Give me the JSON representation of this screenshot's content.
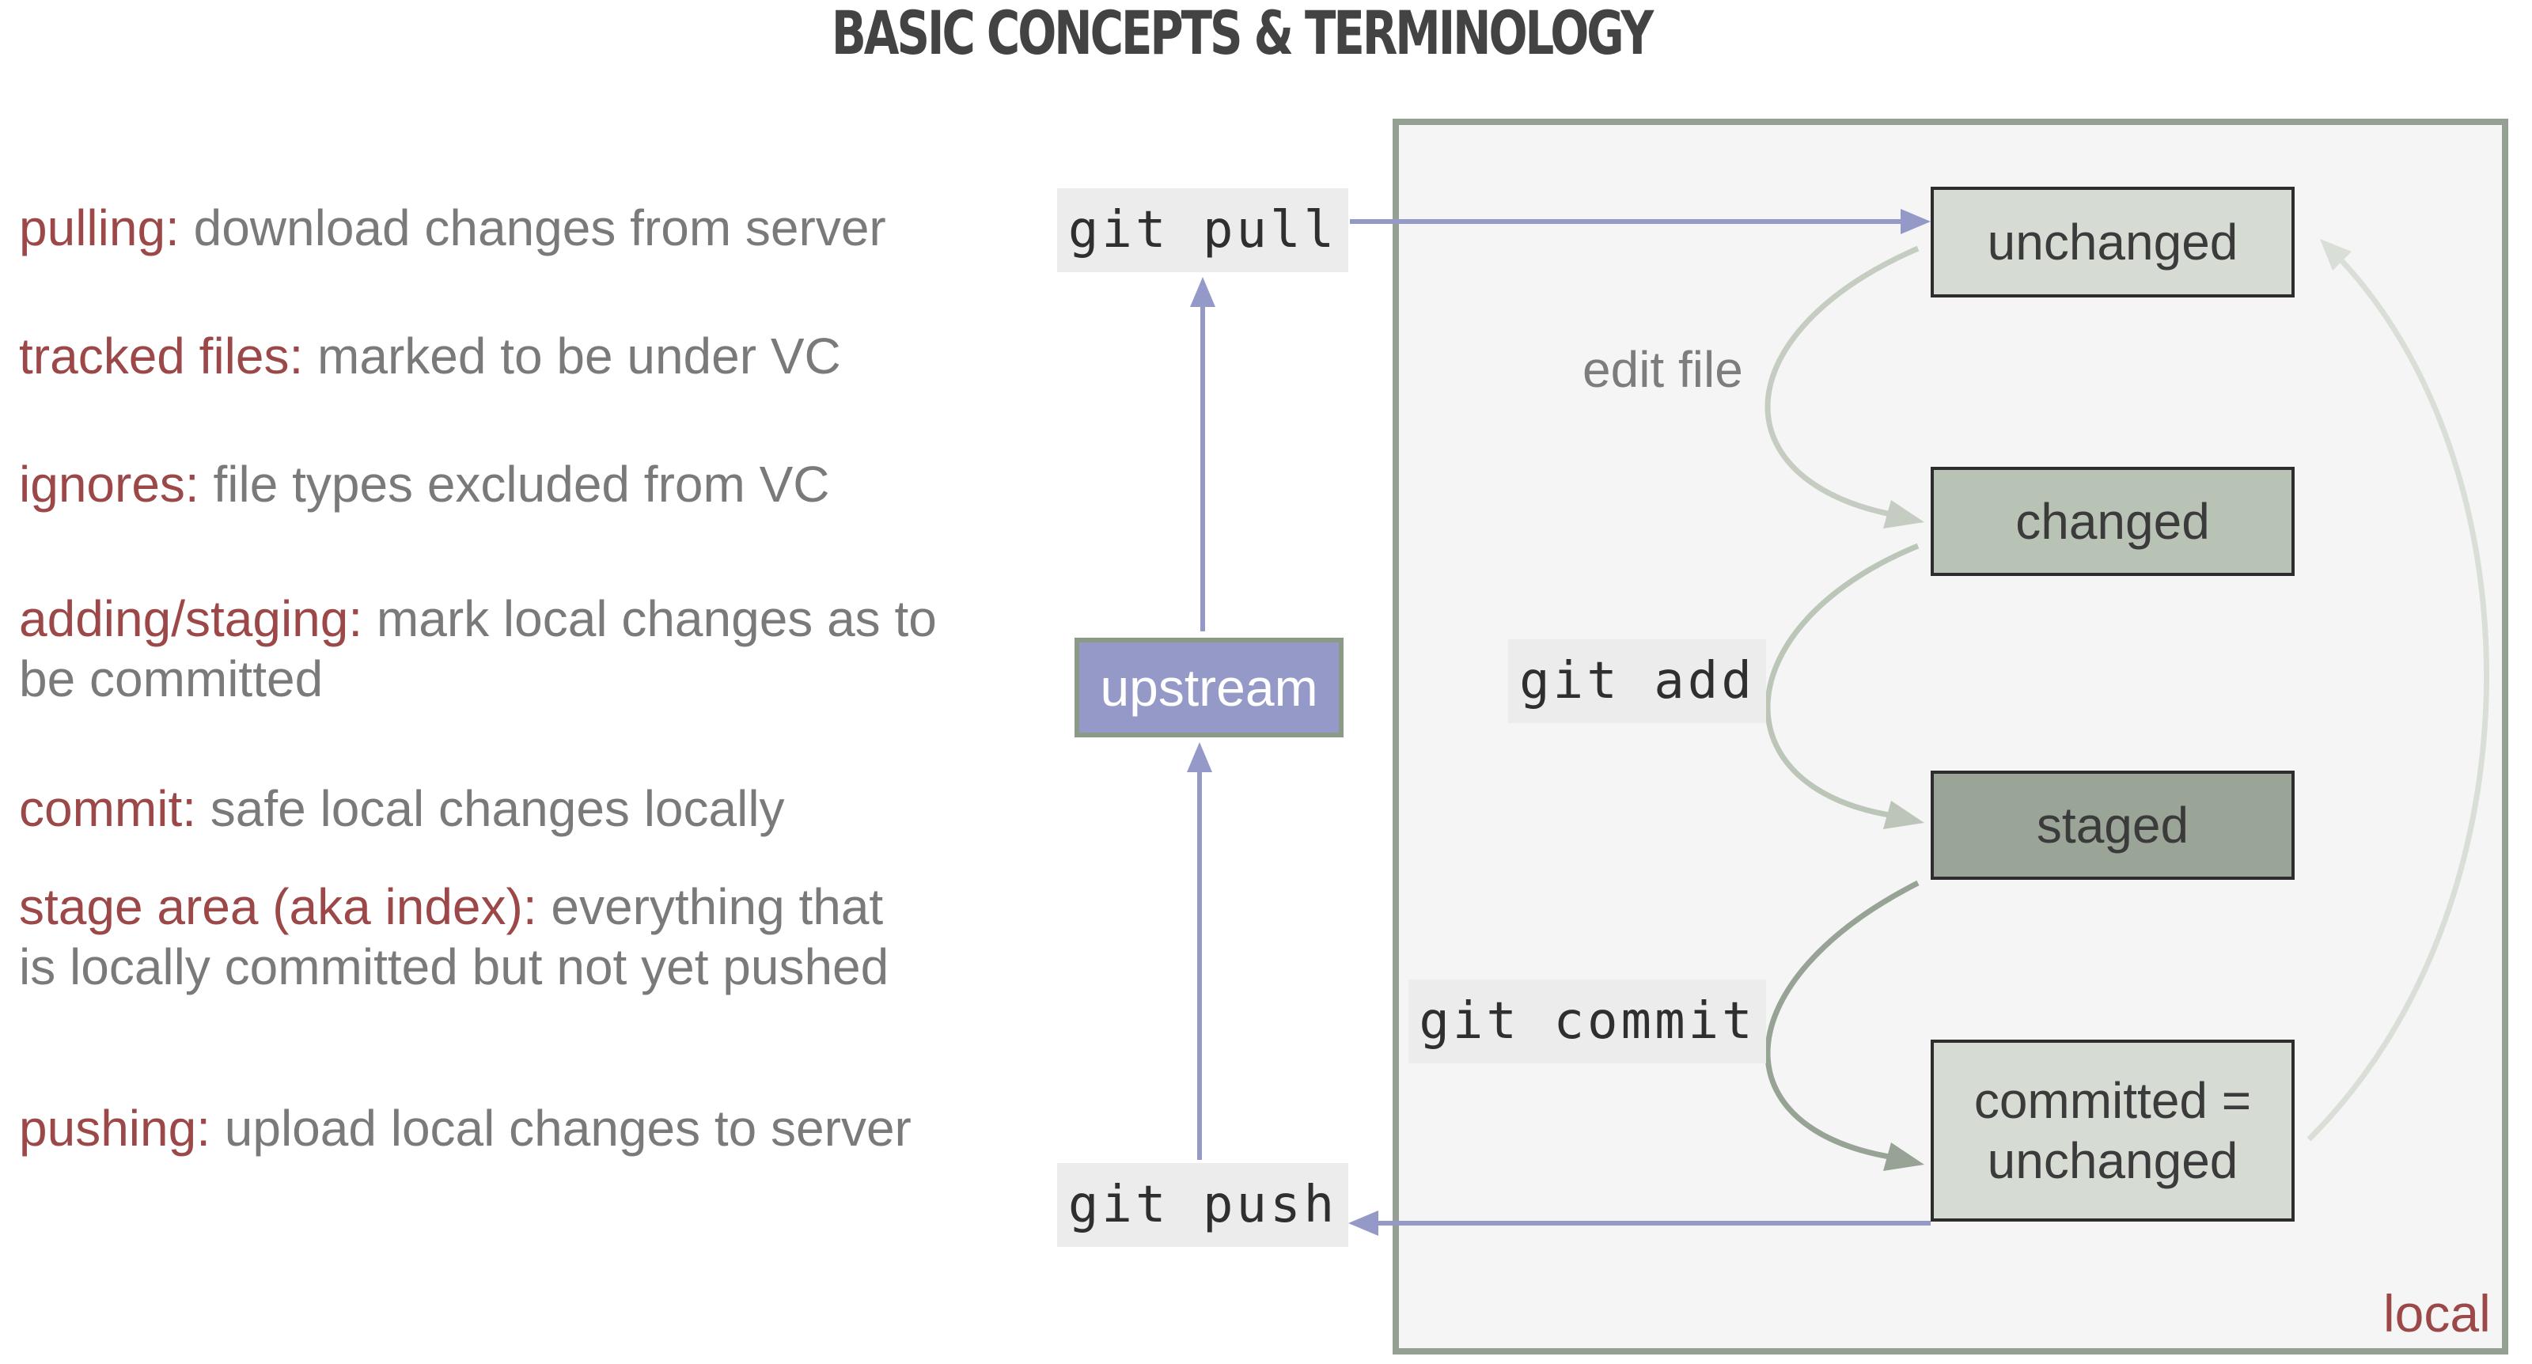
{
  "title": "BASIC CONCEPTS & TERMINOLOGY",
  "terms": [
    {
      "key": "pulling:",
      "desc": " download changes from server"
    },
    {
      "key": "tracked files:",
      "desc": " marked to be under VC"
    },
    {
      "key": "ignores:",
      "desc": " file types excluded from VC"
    },
    {
      "key": "adding/staging:",
      "desc": " mark local changes as to be committed"
    },
    {
      "key": "commit:",
      "desc": " safe local changes locally"
    },
    {
      "key": "stage area (aka index):",
      "desc": " everything that is locally committed but not yet pushed"
    },
    {
      "key": "pushing:",
      "desc": " upload local changes to server"
    }
  ],
  "commands": {
    "pull": "git pull",
    "push": "git push",
    "add": "git add",
    "commit": "git commit"
  },
  "upstream": "upstream",
  "states": {
    "unchanged": "unchanged",
    "changed": "changed",
    "staged": "staged",
    "committed": "committed = unchanged"
  },
  "edit_label": "edit file",
  "local_label": "local",
  "colors": {
    "term_key": "#9c4848",
    "term_desc": "#7a7a7a",
    "remote_arrow": "#9499c7",
    "unchanged_fill": "#d6dcd4",
    "changed_fill": "#b9c3b5",
    "staged_fill": "#9aa597",
    "local_border": "#94a091"
  }
}
